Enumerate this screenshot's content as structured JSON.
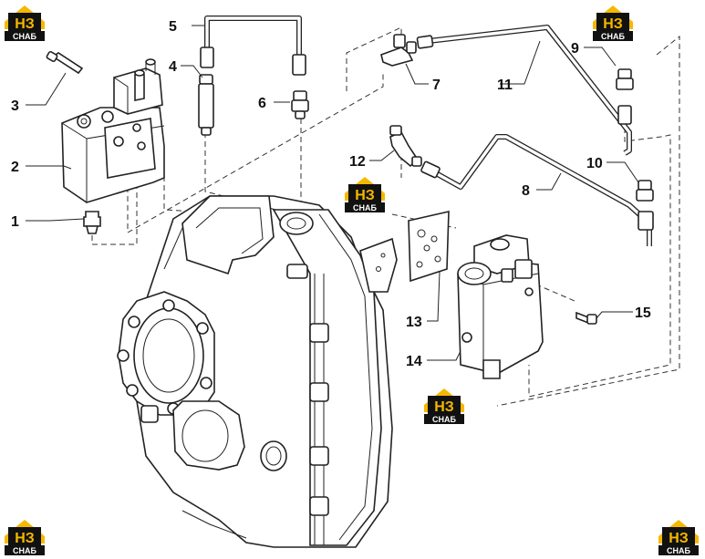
{
  "diagram": {
    "callouts": [
      {
        "id": "c1",
        "text": "1"
      },
      {
        "id": "c2",
        "text": "2"
      },
      {
        "id": "c3",
        "text": "3"
      },
      {
        "id": "c4",
        "text": "4"
      },
      {
        "id": "c5",
        "text": "5"
      },
      {
        "id": "c6",
        "text": "6"
      },
      {
        "id": "c7",
        "text": "7"
      },
      {
        "id": "c8",
        "text": "8"
      },
      {
        "id": "c9",
        "text": "9"
      },
      {
        "id": "c10",
        "text": "10"
      },
      {
        "id": "c11",
        "text": "11"
      },
      {
        "id": "c12",
        "text": "12"
      },
      {
        "id": "c13",
        "text": "13"
      },
      {
        "id": "c14",
        "text": "14"
      },
      {
        "id": "c15",
        "text": "15"
      }
    ]
  },
  "watermark": {
    "brand_top": "НЗ",
    "brand_bottom": "СНАБ",
    "colors": {
      "yellow": "#f5b800",
      "black": "#111111"
    }
  }
}
